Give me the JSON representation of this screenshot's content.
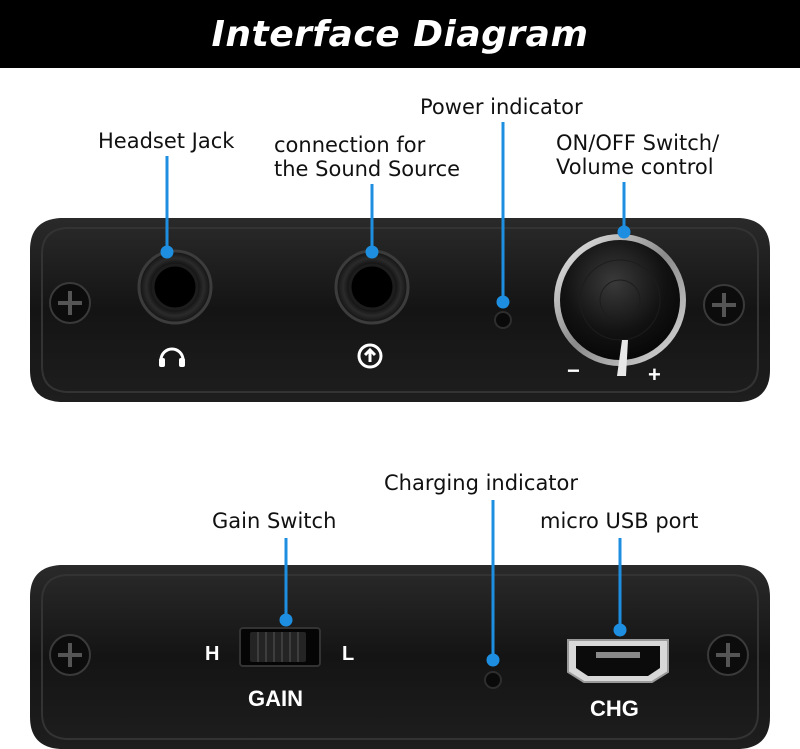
{
  "title": "Interface Diagram",
  "labels": {
    "headset_jack": "Headset Jack",
    "sound_source_line1": "connection for",
    "sound_source_line2": "the Sound Source",
    "power_indicator": "Power indicator",
    "onoff_line1": "ON/OFF Switch/",
    "onoff_line2": "Volume control",
    "charging_indicator": "Charging indicator",
    "gain_switch": "Gain Switch",
    "micro_usb": "micro USB port"
  },
  "panel_markings": {
    "volume_minus": "−",
    "volume_plus": "+",
    "gain_high": "H",
    "gain_low": "L",
    "gain": "GAIN",
    "chg": "CHG"
  },
  "colors": {
    "leader_line": "#1e8fe0",
    "panel": "#151515",
    "background": "#ffffff"
  },
  "icons": [
    "headphone-icon",
    "audio-input-icon",
    "screw-icon"
  ]
}
